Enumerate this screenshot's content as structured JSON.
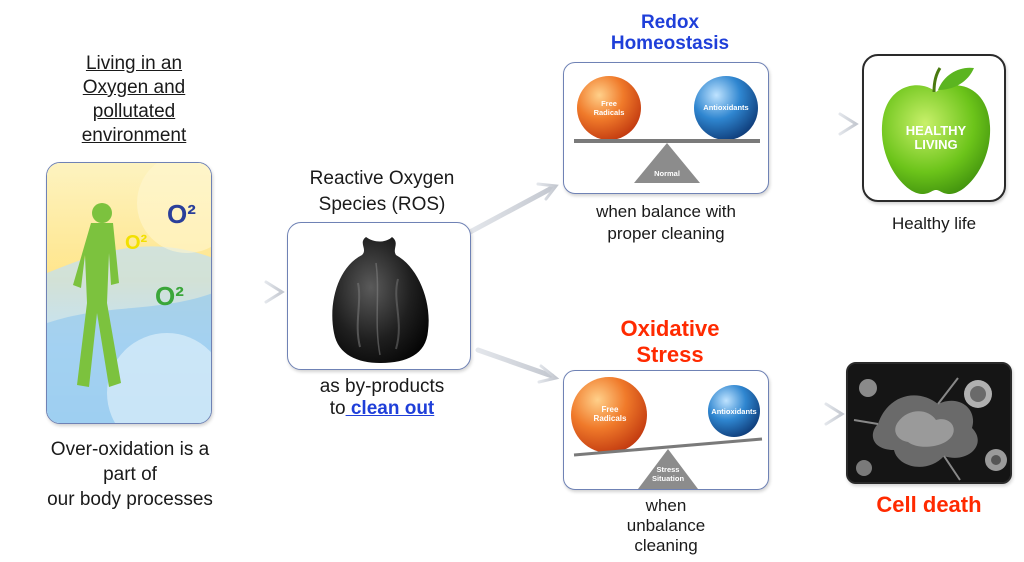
{
  "left": {
    "heading_lines": [
      "Living in an",
      "Oxygen and",
      "pollutated",
      "environment"
    ],
    "image_labels": [
      "O²",
      "O²",
      "O²"
    ],
    "caption_lines": [
      "Over-oxidation is a",
      "part of",
      "our body processes"
    ]
  },
  "middle": {
    "title_lines": [
      "Reactive Oxygen",
      "Species (ROS)"
    ],
    "caption_line1": "as by-products",
    "caption_prefix": "to",
    "caption_link": " clean out"
  },
  "top_branch": {
    "heading_lines": [
      "Redox",
      "Homeostasis"
    ],
    "left_ball": "Free Radicals",
    "right_ball": "Antioxidants",
    "fulcrum": "Normal",
    "caption_lines": [
      "when balance with",
      "proper cleaning"
    ],
    "outcome_badge": [
      "HEALTHY",
      "LIVING"
    ],
    "outcome_caption": "Healthy life"
  },
  "bottom_branch": {
    "heading_lines": [
      "Oxidative",
      "Stress"
    ],
    "left_ball": "Free Radicals",
    "right_ball": "Antioxidants",
    "fulcrum": "Stress Situation",
    "caption_lines": [
      "when",
      "unbalance",
      "cleaning"
    ],
    "outcome_caption": "Cell death"
  },
  "colors": {
    "box_border": "#6f82b5",
    "blue_heading": "#1f3fd9",
    "red_heading": "#ff2a00",
    "arrow": "#c8ccd4"
  }
}
